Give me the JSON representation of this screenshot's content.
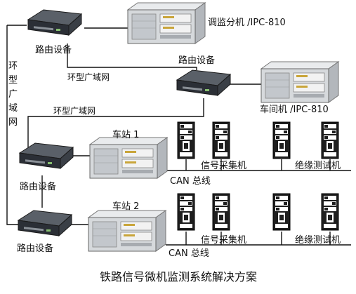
{
  "labels": {
    "router_top": "路由设备",
    "router_mid": "路由设备",
    "router_left1": "路由设备",
    "router_left2": "路由设备",
    "dispatch_pc": "调监分机 /IPC-810",
    "workshop_pc": "车间机 /IPC-810",
    "ring_wan_1": "环型广域网",
    "ring_wan_2": "环型广域网",
    "ring_wan_vertical": [
      "环",
      "型",
      "广",
      "域",
      "网"
    ],
    "station1": "车站 1",
    "station2": "车站 2",
    "collector1": "信号采集机",
    "collector2": "信号采集机",
    "insulation1": "绝缘测试机",
    "insulation2": "绝缘测试机",
    "can_bus1": "CAN 总线",
    "can_bus2": "CAN 总线",
    "caption": "铁路信号微机监测系统解决方案"
  },
  "colors": {
    "router_body": "#2b2f36",
    "router_top": "#5a6068",
    "pc_body": "#d6d9dc",
    "pc_panel": "#b9bdc2",
    "tower": "#1e1e1e"
  }
}
